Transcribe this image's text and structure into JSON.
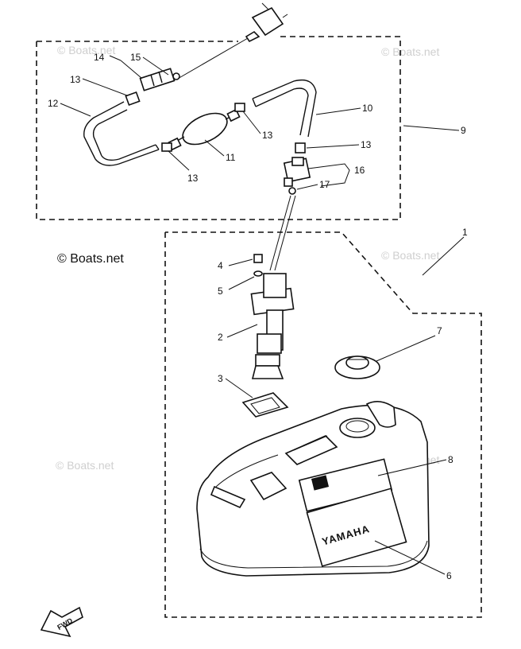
{
  "diagram": {
    "callouts": {
      "c1": "1",
      "c2": "2",
      "c3": "3",
      "c4": "4",
      "c5": "5",
      "c6": "6",
      "c7": "7",
      "c8": "8",
      "c9": "9",
      "c10": "10",
      "c11": "11",
      "c12": "12",
      "c13a": "13",
      "c13b": "13",
      "c13c": "13",
      "c13d": "13",
      "c14": "14",
      "c15": "15",
      "c16": "16",
      "c17": "17"
    },
    "tank_brand": "YAMAHA",
    "fwd_label": "FWD",
    "watermarks": {
      "w1": "© Boats.net",
      "w2": "© Boats.net",
      "w3": "© Boats.net",
      "w4": "© Boats.net",
      "w5": "© Boats.net",
      "w6": "© Boats.net"
    }
  }
}
